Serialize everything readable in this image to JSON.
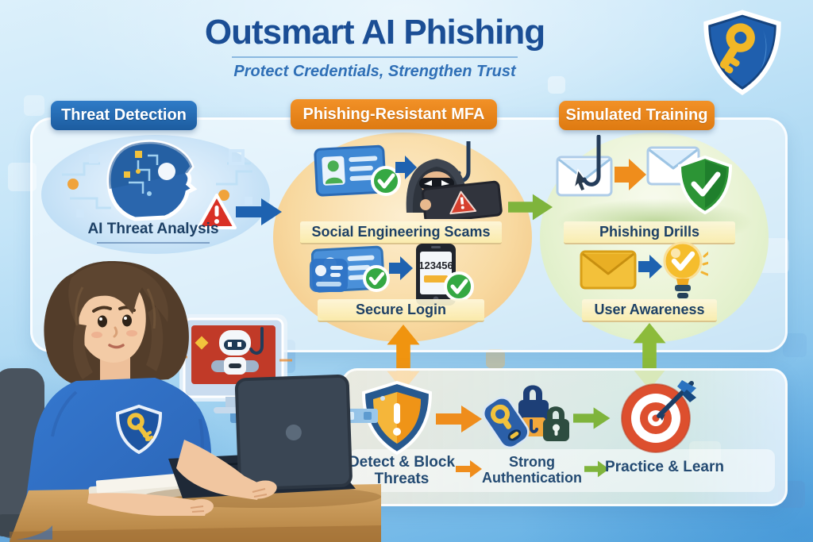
{
  "header": {
    "title": "Outsmart AI Phishing",
    "subtitle": "Protect Credentials, Strengthen Trust"
  },
  "logo": {
    "icon": "shield-key-icon",
    "shield_color": "#1d5fae",
    "key_color": "#f2b726"
  },
  "columns": [
    {
      "header": "Threat Detection",
      "header_color": "#2268b3",
      "rows": [
        {
          "label": "AI Threat Analysis",
          "icons": [
            "ai-head-circuit-icon",
            "warning-triangle-icon"
          ]
        }
      ]
    },
    {
      "header": "Phishing-Resistant MFA",
      "header_color": "#e8831c",
      "rows": [
        {
          "label": "Social Engineering Scams",
          "icons": [
            "id-card-icon",
            "check-badge-icon",
            "arrow-right-icon",
            "hacker-hood-icon",
            "fish-hook-icon",
            "warning-triangle-icon"
          ]
        },
        {
          "label": "Secure Login",
          "otp": "123456",
          "icons": [
            "id-card-icon",
            "check-badge-icon",
            "arrow-right-icon",
            "otp-phone-icon",
            "check-badge-icon"
          ]
        }
      ]
    },
    {
      "header": "Simulated Training",
      "header_color": "#e8831c",
      "rows": [
        {
          "label": "Phishing Drills",
          "icons": [
            "phishing-email-icon",
            "fish-hook-icon",
            "arrow-right-icon",
            "email-icon",
            "shield-check-icon"
          ]
        },
        {
          "label": "User Awareness",
          "icons": [
            "email-icon",
            "arrow-right-icon",
            "lightbulb-check-icon"
          ]
        }
      ]
    }
  ],
  "bottom_flow": {
    "steps": [
      {
        "label": "Detect & Block Threats",
        "icon": "warning-shield-icon"
      },
      {
        "label": "Strong Authentication",
        "icon": "security-key-locks-icon"
      },
      {
        "label": "Practice & Learn",
        "icon": "target-dart-icon"
      }
    ]
  },
  "connectors": {
    "flow_arrow_blue": "#1e62b0",
    "flow_arrow_green": "#7fb43c",
    "flow_arrow_orange": "#ef8d1c",
    "vertical_link_orange": "#f0940f",
    "vertical_link_green": "#8cbb3a"
  },
  "illustration": {
    "scene": "woman-at-laptop",
    "shirt_logo": "shield-key",
    "monitor_content": "phishing-robot-with-hook-alert"
  },
  "colors": {
    "title_blue": "#1b4e95",
    "label_navy": "#1d4065",
    "alert_red": "#d93025",
    "success_green": "#35a843",
    "background_top": "#dcf0fb",
    "background_bottom": "#58a9e0"
  }
}
